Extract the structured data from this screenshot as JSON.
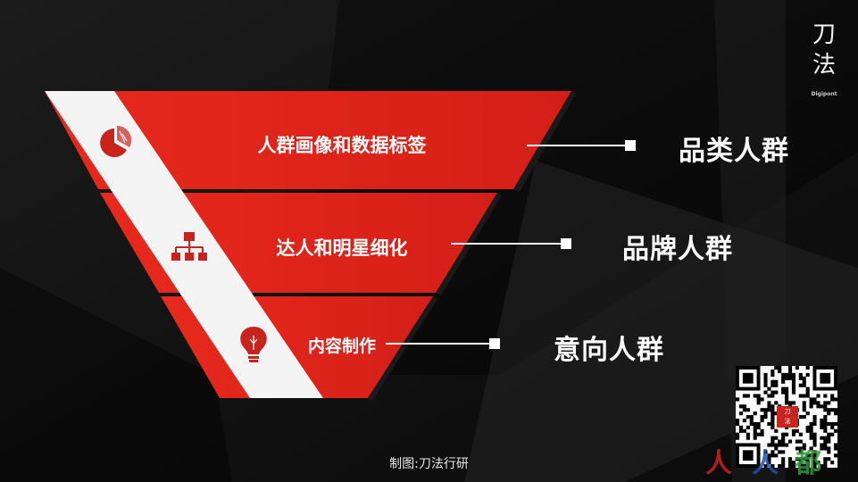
{
  "logo": {
    "line1": "刀",
    "line2": "法",
    "sub": "Digipont"
  },
  "funnel": {
    "tiers": [
      {
        "label": "人群画像和数据标签",
        "target": "品类人群",
        "icon": "pie-chart-icon"
      },
      {
        "label": "达人和明星细化",
        "target": "品牌人群",
        "icon": "org-chart-icon"
      },
      {
        "label": "内容制作",
        "target": "意向人群",
        "icon": "lightbulb-icon"
      }
    ]
  },
  "credit": "制图:刀法行研",
  "qr": {
    "center_line1": "刀",
    "center_line2": "法"
  },
  "watermark": {
    "part1": "人",
    "part2": "人",
    "part3": "都"
  },
  "colors": {
    "funnel_red": "#e1251b",
    "band": "#f4f4f4",
    "icon_red": "#c8231c"
  }
}
